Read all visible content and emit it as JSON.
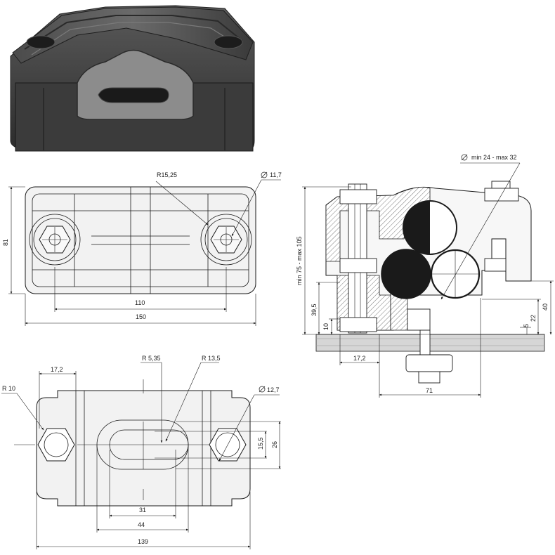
{
  "photo": {
    "caption": ""
  },
  "top_view": {
    "dims": {
      "radius": "R15,25",
      "hole_diameter": "11,7",
      "height": "81",
      "bolt_spacing": "110",
      "overall_width": "150"
    }
  },
  "section_view": {
    "dims": {
      "cable_range": "min 24 - max 32",
      "height_range": "min 75 - max 105",
      "h_39_5": "39,5",
      "h_10": "10",
      "w_17_2": "17,2",
      "w_71": "71",
      "h_40": "40",
      "h_22": "22",
      "h_5": "5"
    }
  },
  "bottom_view": {
    "dims": {
      "w_17_2": "17,2",
      "r_5_35": "R 5,35",
      "r_13_5": "R 13,5",
      "r_10": "R 10",
      "hole_diameter": "12,7",
      "h_15_5": "15,5",
      "h_26": "26",
      "w_31": "31",
      "w_44": "44",
      "w_139": "139"
    }
  },
  "colors": {
    "line": "#1a1a1a",
    "fill_light": "#f2f2f2",
    "product_body": "#3a3a3a",
    "base_plate": "#cfcfcf"
  }
}
